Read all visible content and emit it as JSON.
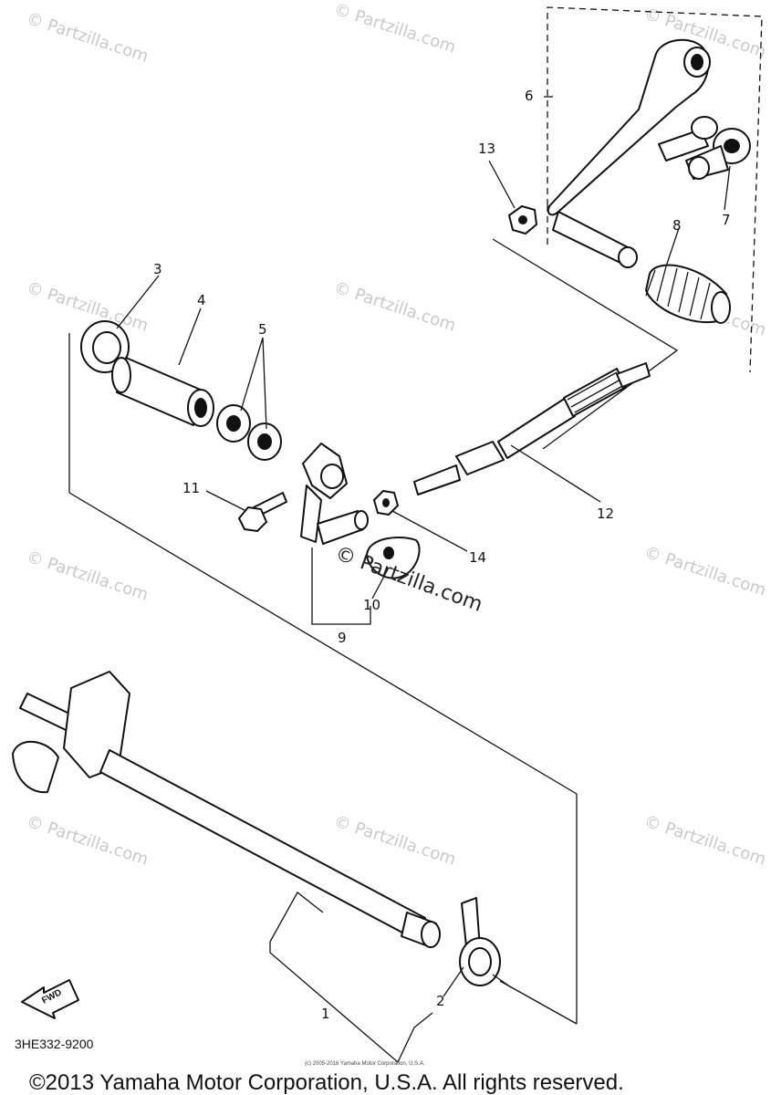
{
  "diagram": {
    "callouts": {
      "p1": "1",
      "p2": "2",
      "p3": "3",
      "p4": "4",
      "p5": "5",
      "p6": "6",
      "p7": "7",
      "p8": "8",
      "p9": "9",
      "p10": "10",
      "p11": "11",
      "p12": "12",
      "p13": "13",
      "p14": "14"
    },
    "diagram_code": "3HE332-9200",
    "fwd_label": "FWD",
    "center_watermark": "© Partzilla.com",
    "tiled_watermark": "© Partzilla.com",
    "small_print": "(c) 2005-2016 Yamaha Motor Corporation, U.S.A.",
    "copyright": "©2013 Yamaha Motor Corporation, U.S.A. All rights reserved."
  }
}
